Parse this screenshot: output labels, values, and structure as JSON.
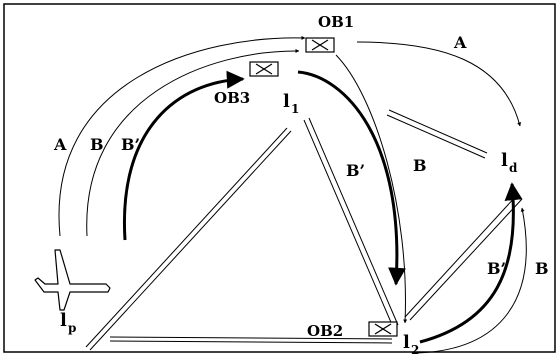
{
  "nodes": {
    "l1": {
      "base": "l",
      "sub": "1"
    },
    "l2": {
      "base": "l",
      "sub": "2"
    },
    "ld": {
      "base": "l",
      "sub": "d"
    },
    "lp": {
      "base": "l",
      "sub": "p"
    }
  },
  "obstacles": {
    "ob1": "OB1",
    "ob2": "OB2",
    "ob3": "OB3"
  },
  "path_labels": {
    "a": "A",
    "b": "B",
    "b_prime": "B’"
  },
  "icons": {
    "plane": "airplane-icon",
    "obstacle": "crossed-box-icon"
  },
  "colors": {
    "stroke": "#000000",
    "background": "#ffffff"
  }
}
